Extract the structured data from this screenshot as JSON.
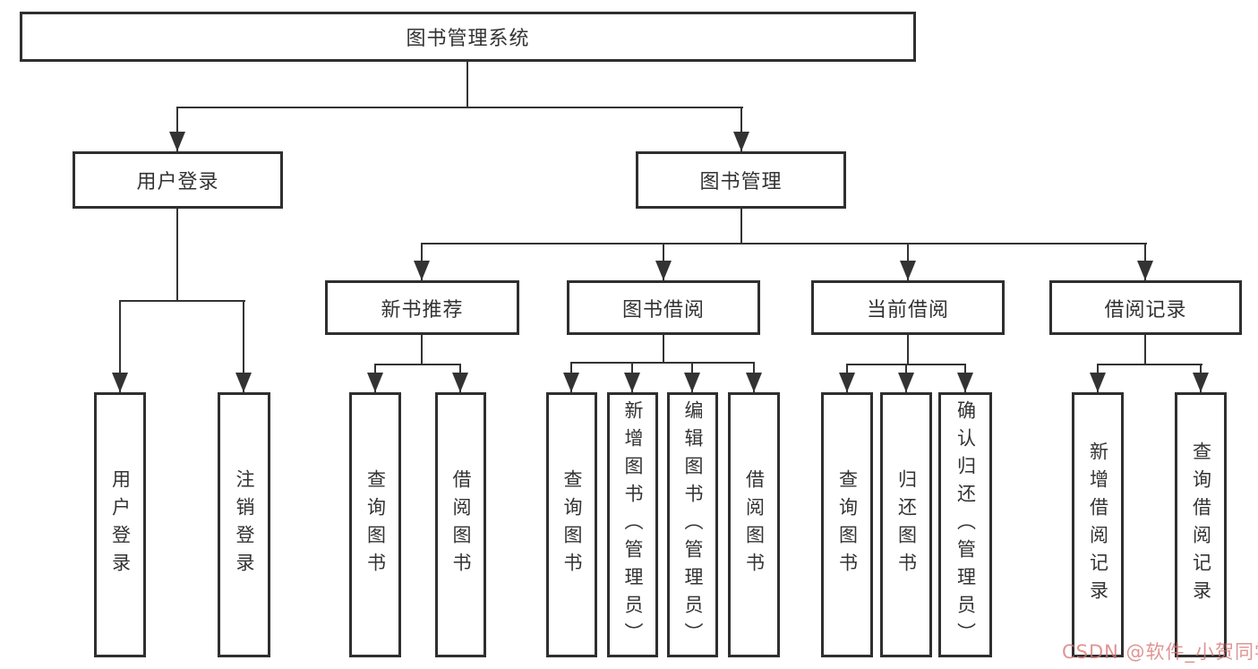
{
  "tree": {
    "root": "图书管理系统",
    "children": [
      {
        "label": "用户登录",
        "children": [
          "用户登录",
          "注销登录"
        ]
      },
      {
        "label": "图书管理",
        "children": [
          {
            "label": "新书推荐",
            "children": [
              "查询图书",
              "借阅图书"
            ]
          },
          {
            "label": "图书借阅",
            "children": [
              "查询图书",
              "新增图书（管理员）",
              "编辑图书（管理员）",
              "借阅图书"
            ]
          },
          {
            "label": "当前借阅",
            "children": [
              "查询图书",
              "归还图书",
              "确认归还（管理员）"
            ]
          },
          {
            "label": "借阅记录",
            "children": [
              "新增借阅记录",
              "查询借阅记录"
            ]
          }
        ]
      }
    ]
  },
  "watermark": {
    "text": "CSDN @软件_小贺同学"
  },
  "colors": {
    "line": "#333333",
    "box_border": "#2f2f2f",
    "text": "#333333",
    "watermark": "#d67676",
    "background": "#ffffff"
  }
}
